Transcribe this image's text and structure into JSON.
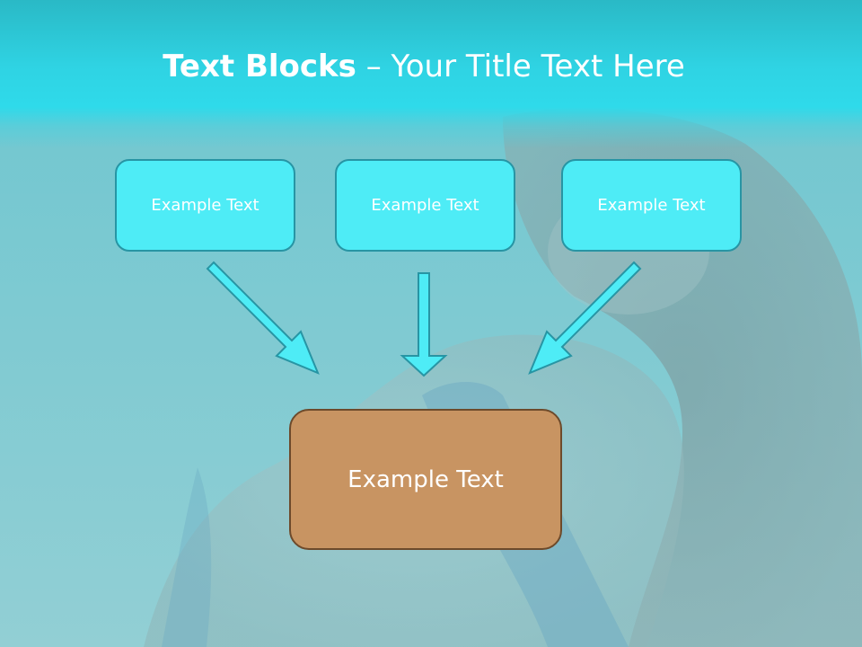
{
  "title": {
    "bold": "Text Blocks",
    "light": " – Your Title Text Here"
  },
  "blocks": [
    {
      "label": "Example Text"
    },
    {
      "label": "Example Text"
    },
    {
      "label": "Example Text"
    }
  ],
  "target": {
    "label": "Example Text"
  },
  "colors": {
    "header": "#2fd3e3",
    "block_fill": "#4eecf6",
    "block_border": "#2795a4",
    "target_fill": "#c89462",
    "target_border": "#6d4a2b",
    "arrow_fill": "#4eecf6",
    "arrow_stroke": "#2795a4"
  }
}
